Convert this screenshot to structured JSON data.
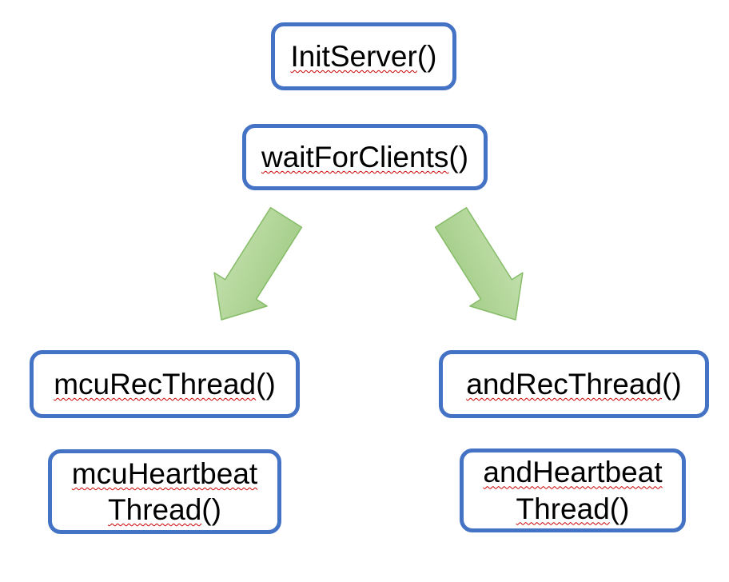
{
  "diagram": {
    "background": "#FFFFFF",
    "box_border_color": "#4472C4",
    "text_color": "#000000",
    "squiggle_color": "#CC0000",
    "arrow_fill_light": "#CDE7BA",
    "arrow_fill_dark": "#9EC981",
    "arrow_stroke": "#86BC68"
  },
  "nodes": [
    {
      "id": "init-server",
      "lines": [
        {
          "wavy": "InitServer",
          "plain": "()"
        }
      ]
    },
    {
      "id": "wait-for-clients",
      "lines": [
        {
          "wavy": "waitForClients",
          "plain": "()"
        }
      ]
    },
    {
      "id": "mcu-rec-thread",
      "lines": [
        {
          "wavy": "mcuRecThread",
          "plain": "()"
        }
      ]
    },
    {
      "id": "and-rec-thread",
      "lines": [
        {
          "wavy": "andRecThread",
          "plain": "()"
        }
      ]
    },
    {
      "id": "mcu-heartbeat-thread",
      "lines": [
        {
          "wavy": "mcuHeartbeat",
          "plain": ""
        },
        {
          "wavy": "Thread",
          "plain": "()"
        }
      ]
    },
    {
      "id": "and-heartbeat-thread",
      "lines": [
        {
          "wavy": "andHeartbeat",
          "plain": ""
        },
        {
          "wavy": "Thread",
          "plain": "()"
        }
      ]
    }
  ],
  "arrows": [
    {
      "id": "arrow-left",
      "direction": "down-left"
    },
    {
      "id": "arrow-right",
      "direction": "down-right"
    }
  ]
}
